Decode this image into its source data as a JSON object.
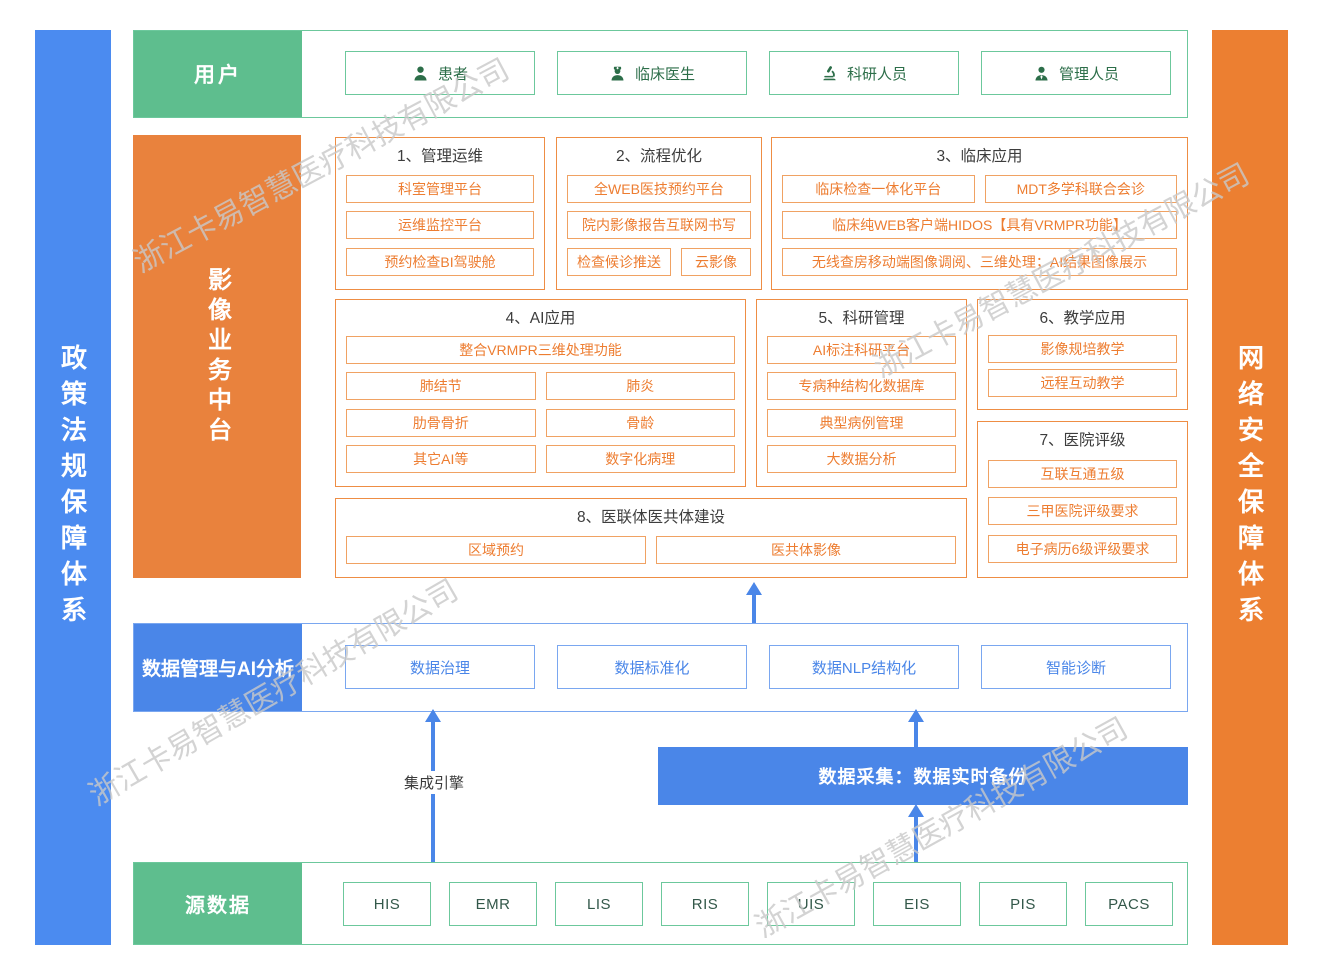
{
  "colors": {
    "green_fill": "#5EBE8E",
    "green_border": "#6CC89C",
    "green_text": "#2C6E49",
    "orange_fill": "#E9823D",
    "orange_bar": "#EC7F31",
    "orange_text": "#ED7D31",
    "blue_fill": "#4A86E8",
    "blue_bar": "#4B8BF0",
    "section_title_text": "#3D3D3D",
    "watermark_gray": "#C9C9C9"
  },
  "watermark": "浙江卡易智慧医疗科技有限公司",
  "left_bar": "政策法规保障体系",
  "right_bar": "网络安全保障体系",
  "users": {
    "label": "用户",
    "items": [
      {
        "label": "患者",
        "icon": "patient-icon"
      },
      {
        "label": "临床医生",
        "icon": "doctor-icon"
      },
      {
        "label": "科研人员",
        "icon": "microscope-icon"
      },
      {
        "label": "管理人员",
        "icon": "admin-icon"
      }
    ]
  },
  "platform": {
    "label": "影像业务中台",
    "sections": [
      {
        "title": "1、管理运维",
        "rows": [
          {
            "cells": [
              "科室管理平台"
            ]
          },
          {
            "cells": [
              "运维监控平台"
            ]
          },
          {
            "cells": [
              "预约检查BI驾驶舱"
            ]
          }
        ]
      },
      {
        "title": "2、流程优化",
        "rows": [
          {
            "cells": [
              "全WEB医技预约平台"
            ]
          },
          {
            "cells": [
              "院内影像报告互联网书写"
            ]
          },
          {
            "cells": [
              "检查候诊推送",
              "云影像"
            ],
            "flex": [
              1.5,
              1
            ]
          }
        ]
      },
      {
        "title": "3、临床应用",
        "rows": [
          {
            "cells": [
              "临床检查一体化平台",
              "MDT多学科联合会诊"
            ]
          },
          {
            "cells": [
              "临床纯WEB客户端HIDOS【具有VRMPR功能】"
            ]
          },
          {
            "cells": [
              "无线查房移动端图像调阅、三维处理；AI结果图像展示"
            ]
          }
        ]
      },
      {
        "title": "4、AI应用",
        "rows": [
          {
            "cells": [
              "整合VRMPR三维处理功能"
            ]
          },
          {
            "cells": [
              "肺结节",
              "肺炎"
            ]
          },
          {
            "cells": [
              "肋骨骨折",
              "骨龄"
            ]
          },
          {
            "cells": [
              "其它AI等",
              "数字化病理"
            ]
          }
        ]
      },
      {
        "title": "5、科研管理",
        "rows": [
          {
            "cells": [
              "AI标注科研平台"
            ]
          },
          {
            "cells": [
              "专病种结构化数据库"
            ]
          },
          {
            "cells": [
              "典型病例管理"
            ]
          },
          {
            "cells": [
              "大数据分析"
            ]
          }
        ]
      },
      {
        "title": "6、教学应用",
        "rows": [
          {
            "cells": [
              "影像规培教学"
            ]
          },
          {
            "cells": [
              "远程互动教学"
            ]
          }
        ]
      },
      {
        "title": "7、医院评级",
        "rows": [
          {
            "cells": [
              "互联互通五级"
            ]
          },
          {
            "cells": [
              "三甲医院评级要求"
            ]
          },
          {
            "cells": [
              "电子病历6级评级要求"
            ]
          }
        ]
      },
      {
        "title": "8、医联体医共体建设",
        "rows": [
          {
            "cells": [
              "区域预约",
              "医共体影像"
            ]
          }
        ]
      }
    ]
  },
  "data_mgmt": {
    "label": "数据管理与AI分析",
    "items": [
      "数据治理",
      "数据标准化",
      "数据NLP结构化",
      "智能诊断"
    ]
  },
  "flow": {
    "engine_label": "集成引擎",
    "collection_label": "数据采集：数据实时备份"
  },
  "source": {
    "label": "源数据",
    "items": [
      "HIS",
      "EMR",
      "LIS",
      "RIS",
      "UIS",
      "EIS",
      "PIS",
      "PACS"
    ]
  }
}
